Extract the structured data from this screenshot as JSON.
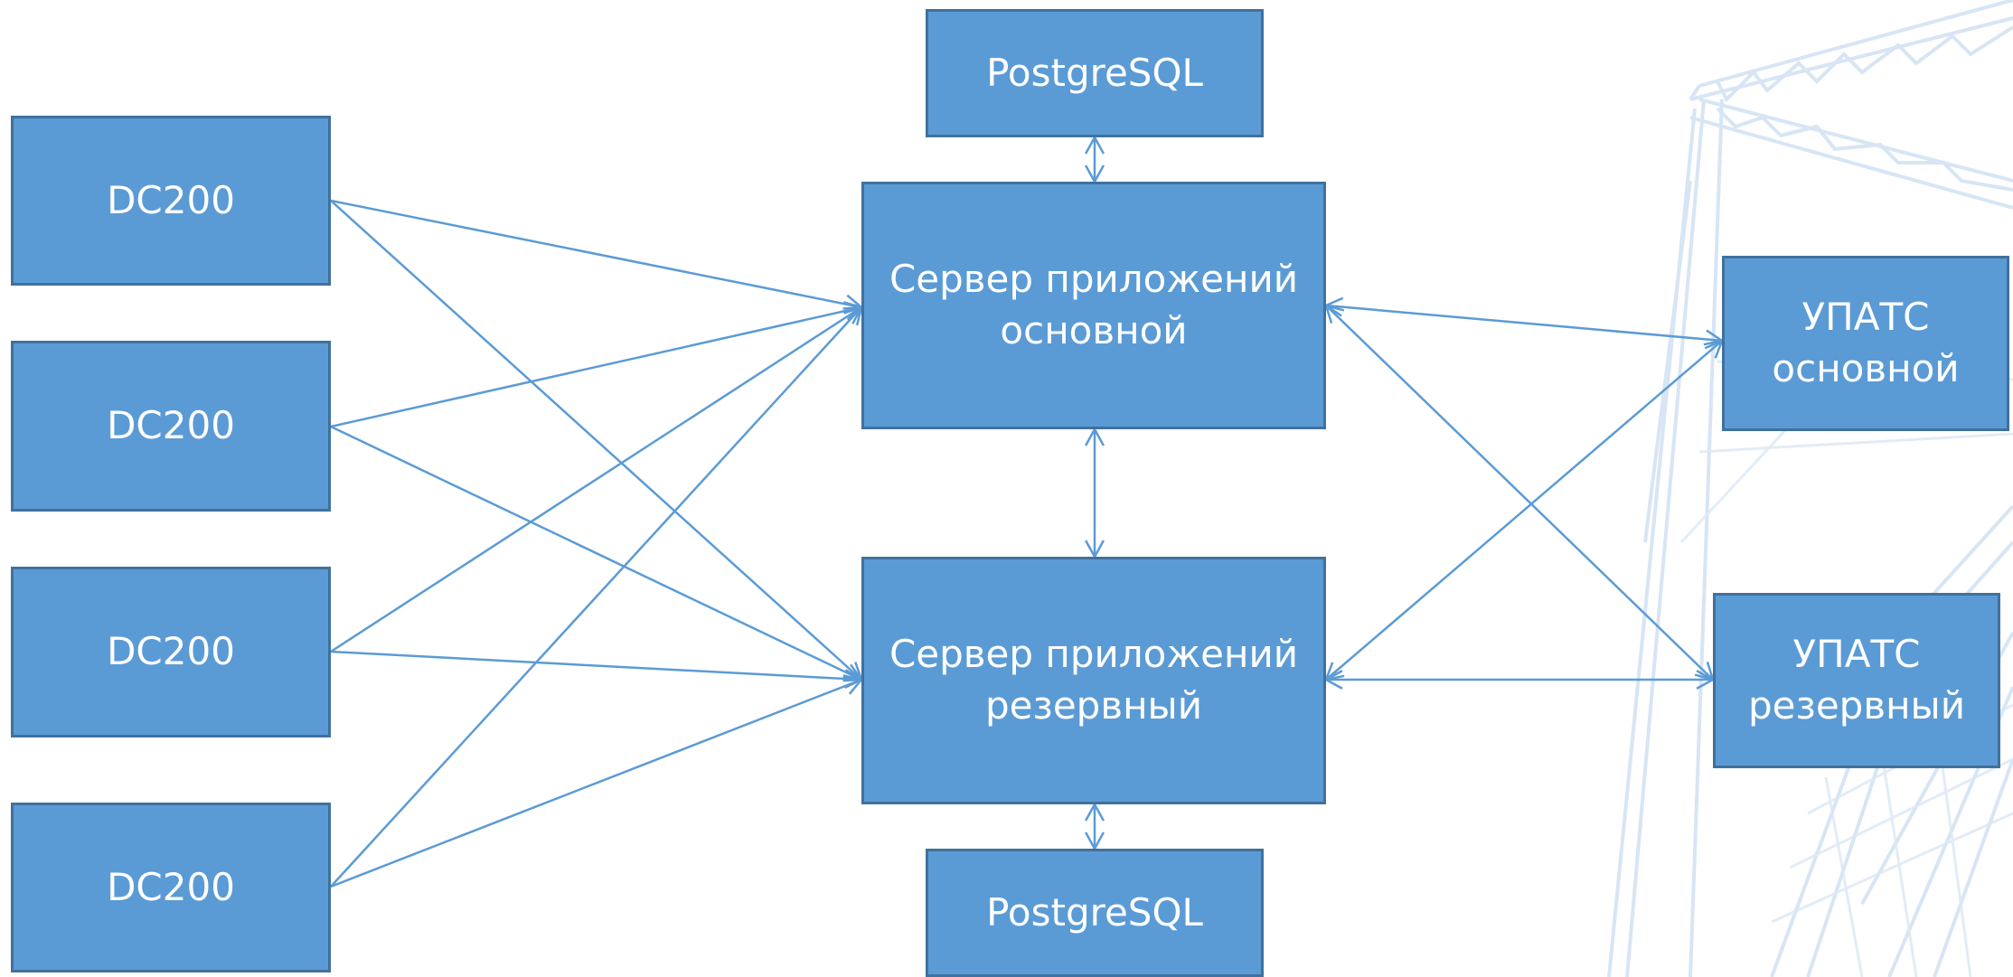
{
  "colors": {
    "node_fill": "#5b9bd5",
    "node_border": "#41719c",
    "node_text": "#ffffff",
    "connector": "#5b9bd5",
    "background_art": "#c9dcf0"
  },
  "background": {
    "decoration": "transmission-tower-icon"
  },
  "nodes": {
    "dc1": "DC200",
    "dc2": "DC200",
    "dc3": "DC200",
    "dc4": "DC200",
    "pg_top": "PostgreSQL",
    "srv_main": "Сервер приложений\nосновной",
    "srv_backup": "Сервер приложений\nрезервный",
    "pg_bottom": "PostgreSQL",
    "upats_main": "УПАТС\nосновной",
    "upats_backup": "УПАТС\nрезервный"
  },
  "edges": [
    {
      "from": "dc1",
      "to": "srv_main",
      "arrow": "end"
    },
    {
      "from": "dc1",
      "to": "srv_backup",
      "arrow": "end"
    },
    {
      "from": "dc2",
      "to": "srv_main",
      "arrow": "end"
    },
    {
      "from": "dc2",
      "to": "srv_backup",
      "arrow": "end"
    },
    {
      "from": "dc3",
      "to": "srv_main",
      "arrow": "end"
    },
    {
      "from": "dc3",
      "to": "srv_backup",
      "arrow": "end"
    },
    {
      "from": "dc4",
      "to": "srv_main",
      "arrow": "end"
    },
    {
      "from": "dc4",
      "to": "srv_backup",
      "arrow": "end"
    },
    {
      "from": "pg_top",
      "to": "srv_main",
      "arrow": "both"
    },
    {
      "from": "srv_main",
      "to": "srv_backup",
      "arrow": "both"
    },
    {
      "from": "srv_backup",
      "to": "pg_bottom",
      "arrow": "both"
    },
    {
      "from": "srv_main",
      "to": "upats_main",
      "arrow": "both"
    },
    {
      "from": "srv_main",
      "to": "upats_backup",
      "arrow": "both"
    },
    {
      "from": "srv_backup",
      "to": "upats_main",
      "arrow": "both"
    },
    {
      "from": "srv_backup",
      "to": "upats_backup",
      "arrow": "both"
    }
  ]
}
